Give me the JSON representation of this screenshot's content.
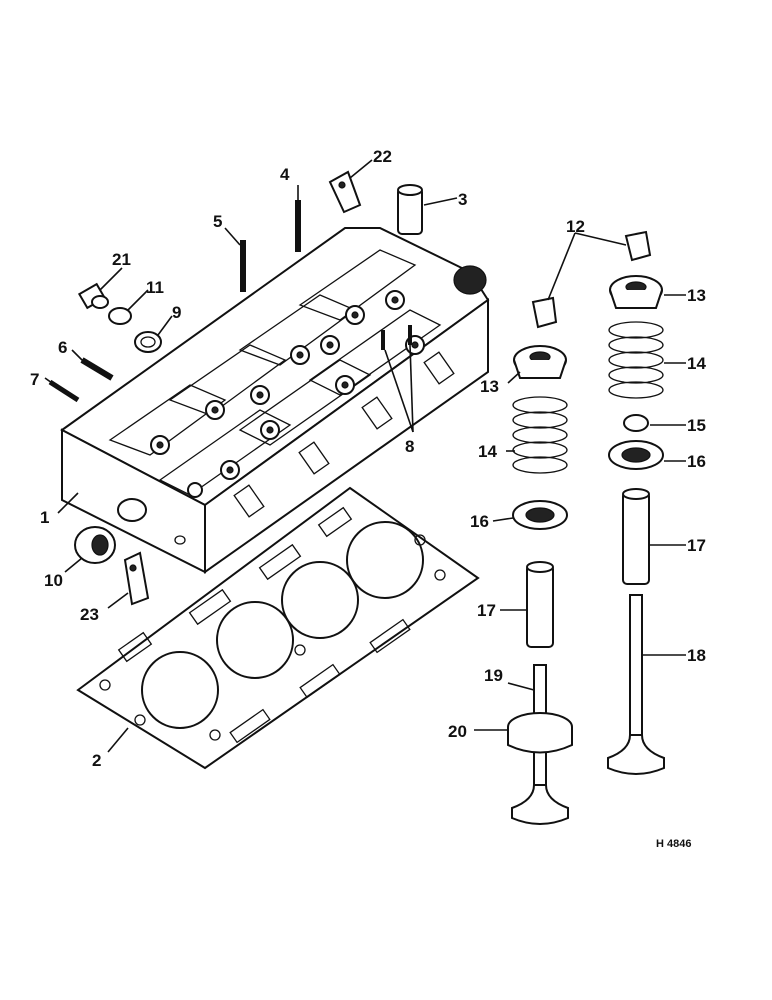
{
  "callouts": {
    "c1": "1",
    "c2": "2",
    "c3": "3",
    "c4": "4",
    "c5": "5",
    "c6": "6",
    "c7": "7",
    "c8": "8",
    "c9": "9",
    "c10": "10",
    "c11": "11",
    "c12": "12",
    "c13a": "13",
    "c13b": "13",
    "c14a": "14",
    "c14b": "14",
    "c15": "15",
    "c16a": "16",
    "c16b": "16",
    "c17a": "17",
    "c17b": "17",
    "c18": "18",
    "c19": "19",
    "c20": "20",
    "c21": "21",
    "c22": "22",
    "c23": "23"
  },
  "reference_code": "H 4846"
}
